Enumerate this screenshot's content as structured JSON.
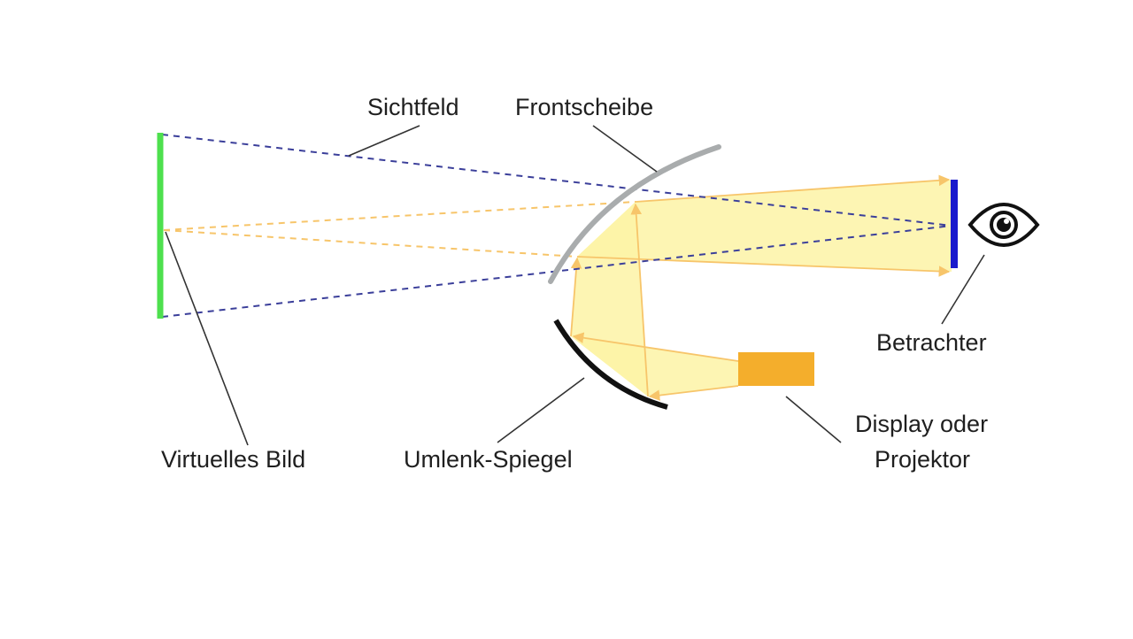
{
  "labels": {
    "sichtfeld": "Sichtfeld",
    "frontscheibe": "Frontscheibe",
    "betrachter": "Betrachter",
    "virtuelles_bild": "Virtuelles Bild",
    "umlenk_spiegel": "Umlenk-Spiegel",
    "display_line1": "Display oder",
    "display_line2": "Projektor"
  },
  "colors": {
    "virtual_image": "#4ee04e",
    "field_of_view": "#3b3f9a",
    "light_beam_fill": "#fdf3a6",
    "light_beam_edge": "#f7c56a",
    "windshield": "#a9acad",
    "mirror": "#111111",
    "viewer_plane": "#1a1acc",
    "display": "#f4ae2c"
  },
  "icons": {
    "viewer": "eye-icon"
  }
}
